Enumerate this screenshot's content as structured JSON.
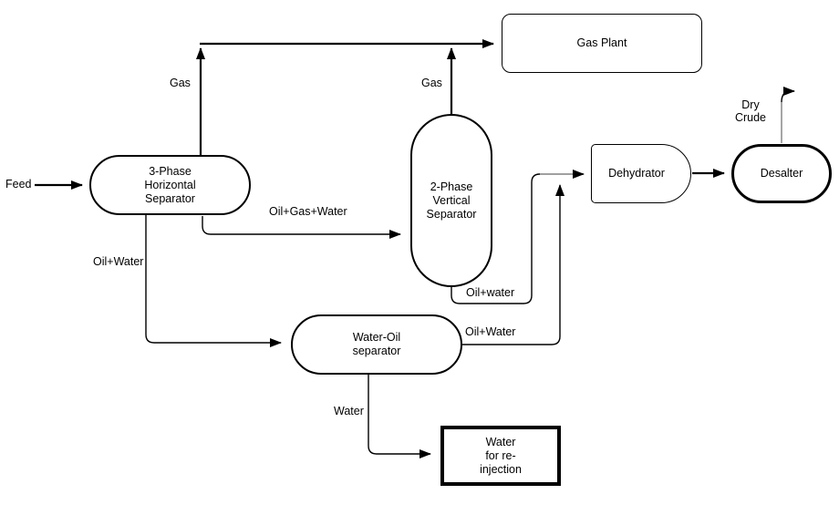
{
  "diagram": {
    "type": "process-flow",
    "background": "#ffffff",
    "colors": {
      "line": "#000000",
      "secondary_line": "#808080",
      "node_fill": "#ffffff",
      "node_border": "#000000"
    },
    "nodes": {
      "separator_3phase": {
        "label": "3-Phase\nHorizontal\nSeparator"
      },
      "gas_plant": {
        "label": "Gas Plant"
      },
      "separator_2phase": {
        "label": "2-Phase\nVertical\nSeparator"
      },
      "water_oil_separator": {
        "label": "Water-Oil\nseparator"
      },
      "dehydrator": {
        "label": "Dehydrator"
      },
      "desalter": {
        "label": "Desalter"
      },
      "water_reinjection": {
        "label": "Water\nfor re-\ninjection"
      }
    },
    "edge_labels": {
      "feed": "Feed",
      "gas_from_3phase": "Gas",
      "gas_from_2phase": "Gas",
      "oil_gas_water": "Oil+Gas+Water",
      "oil_water_to_wateroil": "Oil+Water",
      "oil_water_from_2phase": "Oil+water",
      "oil_water_from_wateroil": "Oil+Water",
      "dry_crude": "Dry\nCrude",
      "water": "Water"
    }
  }
}
